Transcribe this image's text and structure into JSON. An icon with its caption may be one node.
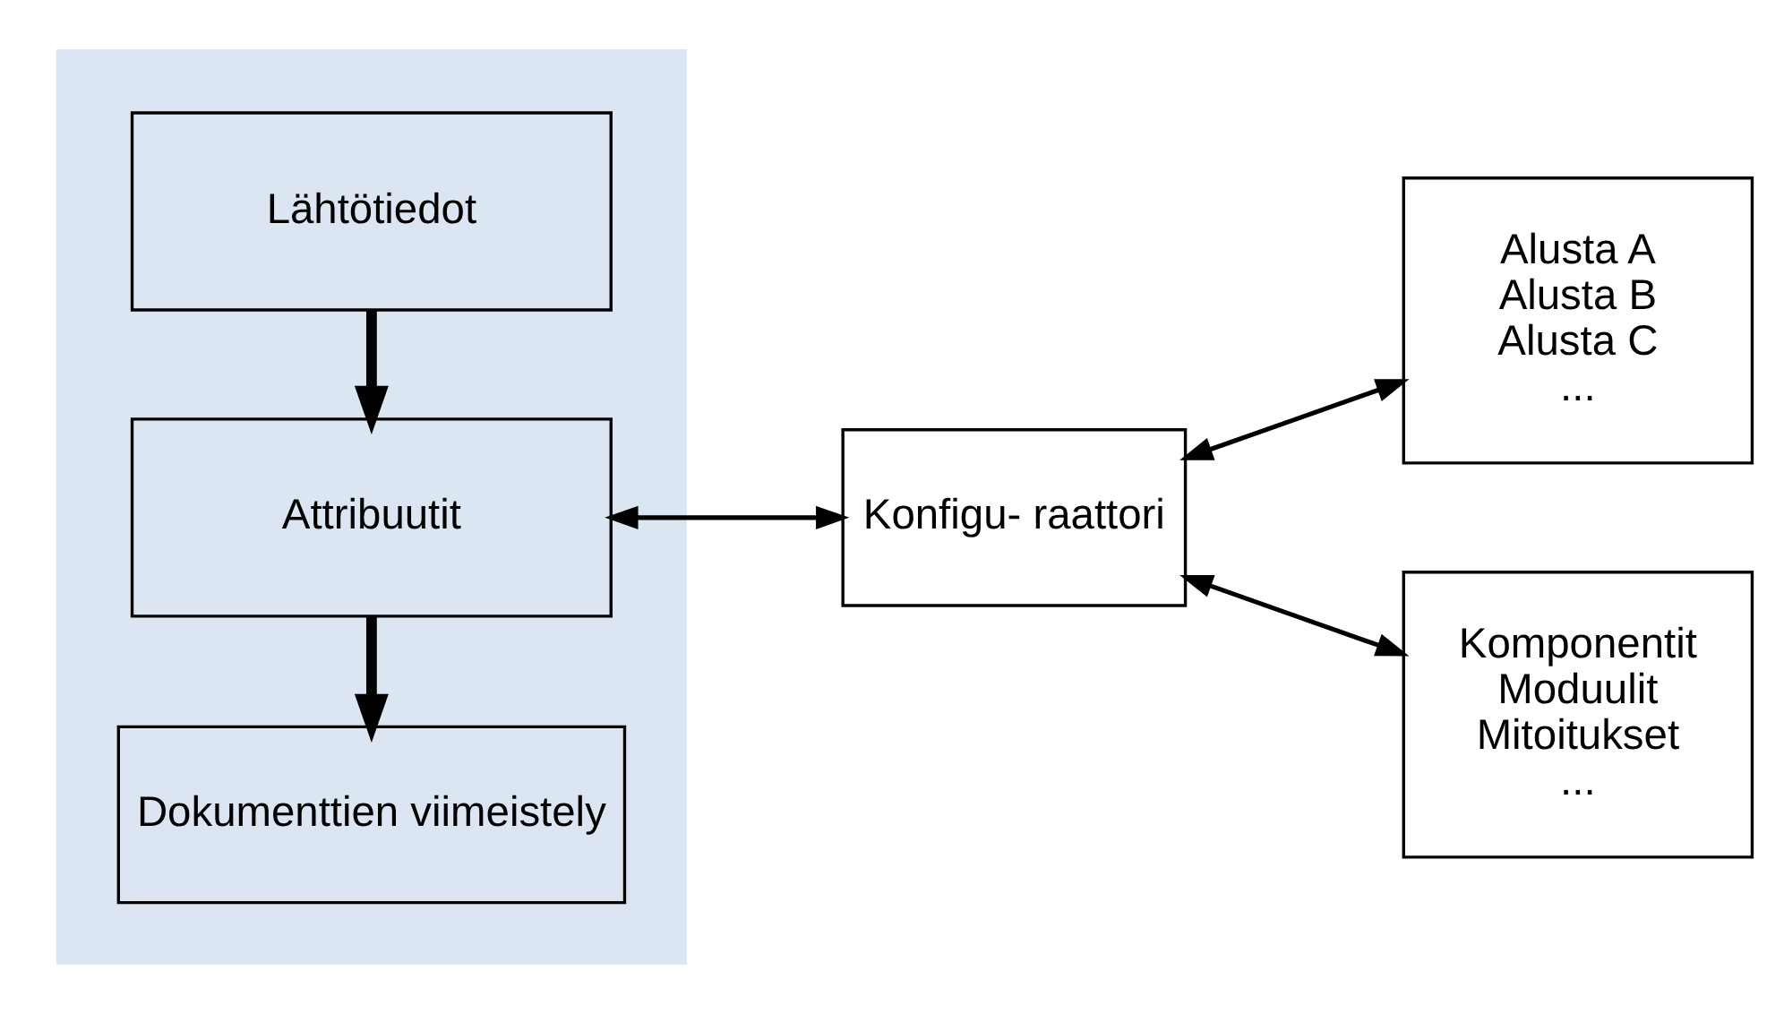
{
  "diagram": {
    "nodes": [
      {
        "text": [],
        "shape": "box"
      },
      {
        "text": [
          "Lähtötiedot"
        ],
        "in": 0
      },
      {
        "text": [
          "Attribuutit"
        ],
        "in": 0
      },
      {
        "text": [
          "Dokumenttien viimeistely"
        ],
        "in": 0
      },
      {
        "text": [
          "Konfigu- raattori"
        ]
      },
      {
        "text": [
          "Alusta A",
          "Alusta B",
          "Alusta C",
          "..."
        ]
      },
      {
        "text": [
          "Komponentit",
          "Moduulit",
          "Mitoitukset",
          "..."
        ]
      }
    ],
    "edges": [
      {
        "from": 1,
        "to": 2,
        "arrow": "to",
        "style": "thick"
      },
      {
        "from": 2,
        "to": 3,
        "arrow": "to",
        "style": "thick"
      },
      {
        "from": 2,
        "to": 4,
        "arrow": "both"
      },
      {
        "from": 4,
        "to": 5,
        "arrow": "both"
      },
      {
        "from": 4,
        "to": 6,
        "arrow": "both"
      }
    ]
  }
}
